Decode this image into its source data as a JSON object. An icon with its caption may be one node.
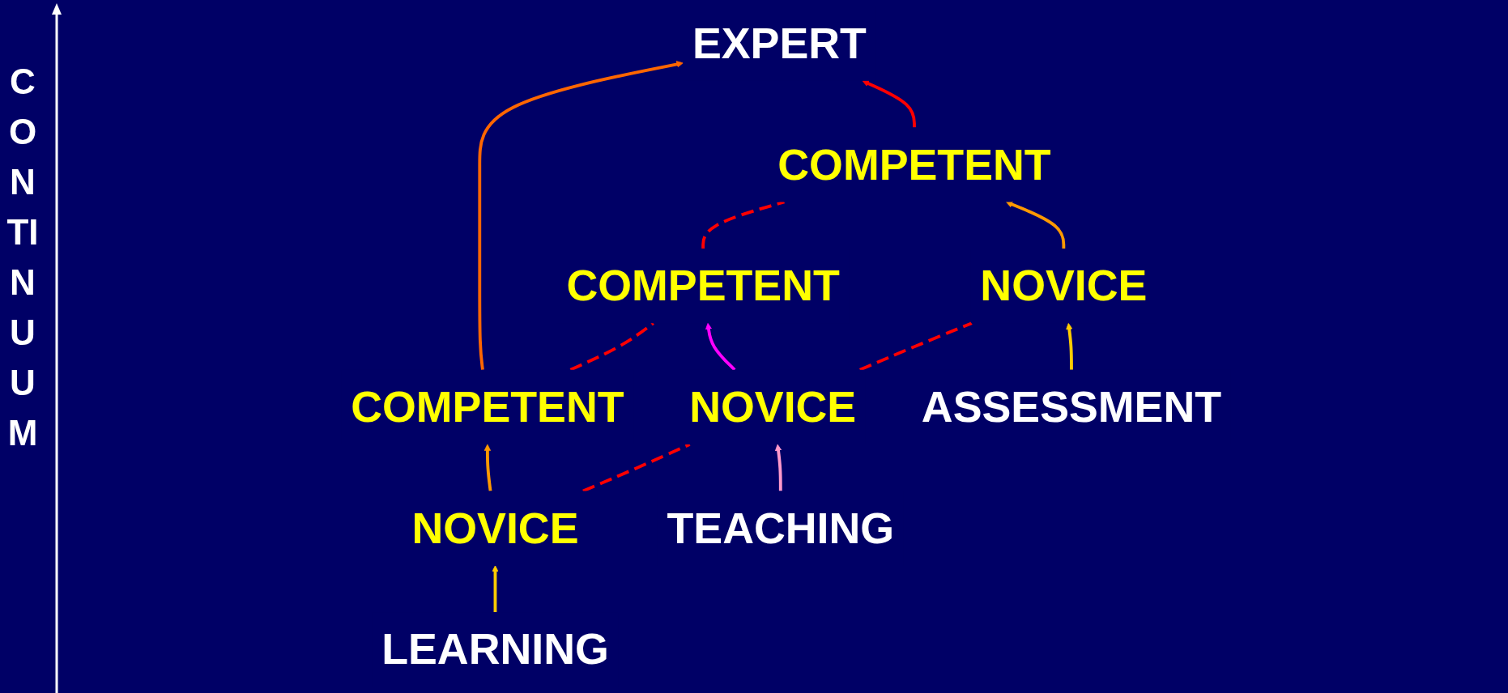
{
  "diagram": {
    "nodes": [
      {
        "text": [
          "EXPERT"
        ]
      },
      {
        "text": [
          "COMPETENT"
        ]
      },
      {
        "text": [
          "COMPETENT"
        ]
      },
      {
        "text": [
          "COMPETENT"
        ]
      },
      {
        "text": [
          "NOVICE"
        ]
      },
      {
        "text": [
          "NOVICE"
        ]
      },
      {
        "text": [
          "NOVICE"
        ]
      },
      {
        "text": [
          "LEARNING"
        ]
      },
      {
        "text": [
          "TEACHING"
        ]
      },
      {
        "text": [
          "ASSESSMENT"
        ]
      }
    ],
    "edges": [
      {
        "from": 1,
        "to": 0,
        "arrow": "to",
        "color": "#ff6600"
      },
      {
        "from": 3,
        "to": 0,
        "arrow": "to",
        "color": "#ff0000"
      },
      {
        "from": 1,
        "to": 2,
        "arrow": "none",
        "style": "dashed",
        "color": "#ff0000"
      },
      {
        "from": 2,
        "to": 3,
        "arrow": "none",
        "style": "dashed",
        "color": "#ff0000"
      },
      {
        "from": 4,
        "to": 1,
        "arrow": "to",
        "color": "#ff9900"
      },
      {
        "from": 5,
        "to": 2,
        "arrow": "to",
        "color": "#ff00ff"
      },
      {
        "from": 6,
        "to": 3,
        "arrow": "to",
        "color": "#ff9900"
      },
      {
        "from": 4,
        "to": 5,
        "arrow": "none",
        "style": "dashed",
        "color": "#ff0000"
      },
      {
        "from": 5,
        "to": 6,
        "arrow": "none",
        "style": "dashed",
        "color": "#ff0000"
      },
      {
        "from": 7,
        "to": 4,
        "arrow": "to",
        "color": "#ffcc00"
      },
      {
        "from": 8,
        "to": 5,
        "arrow": "to",
        "color": "#ff99cc"
      },
      {
        "from": 9,
        "to": 6,
        "arrow": "to",
        "color": "#ffcc00"
      }
    ],
    "labels": [
      "CONTINUUM"
    ]
  }
}
